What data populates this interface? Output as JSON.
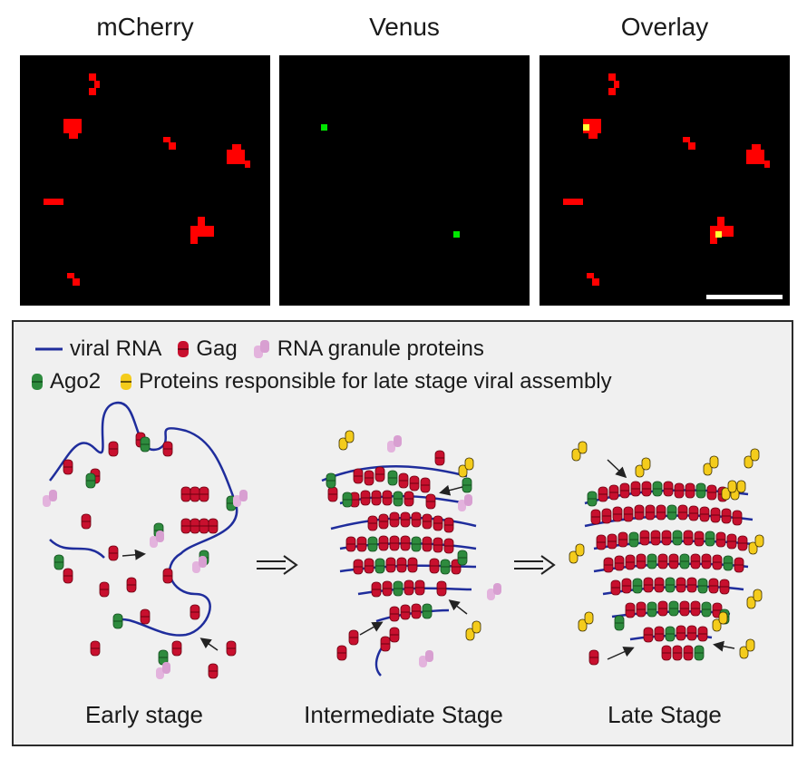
{
  "panels": [
    {
      "title": "mCherry"
    },
    {
      "title": "Venus"
    },
    {
      "title": "Overlay"
    }
  ],
  "legend": {
    "viral_rna": "viral RNA",
    "gag": "Gag",
    "rna_granule": "RNA granule proteins",
    "ago2": "Ago2",
    "late_proteins": "Proteins responsible for late stage viral assembly"
  },
  "stages": {
    "early": "Early stage",
    "intermediate": "Intermediate Stage",
    "late": "Late Stage"
  },
  "colors": {
    "mcherry": "#ff0000",
    "venus": "#00e600",
    "overlap": "#ffff33",
    "rna": "#1f2d9c",
    "gag": "#c8102e",
    "ago2": "#2e8b3e",
    "granule": "#e3b3dd",
    "late_protein": "#f4cc1c"
  }
}
